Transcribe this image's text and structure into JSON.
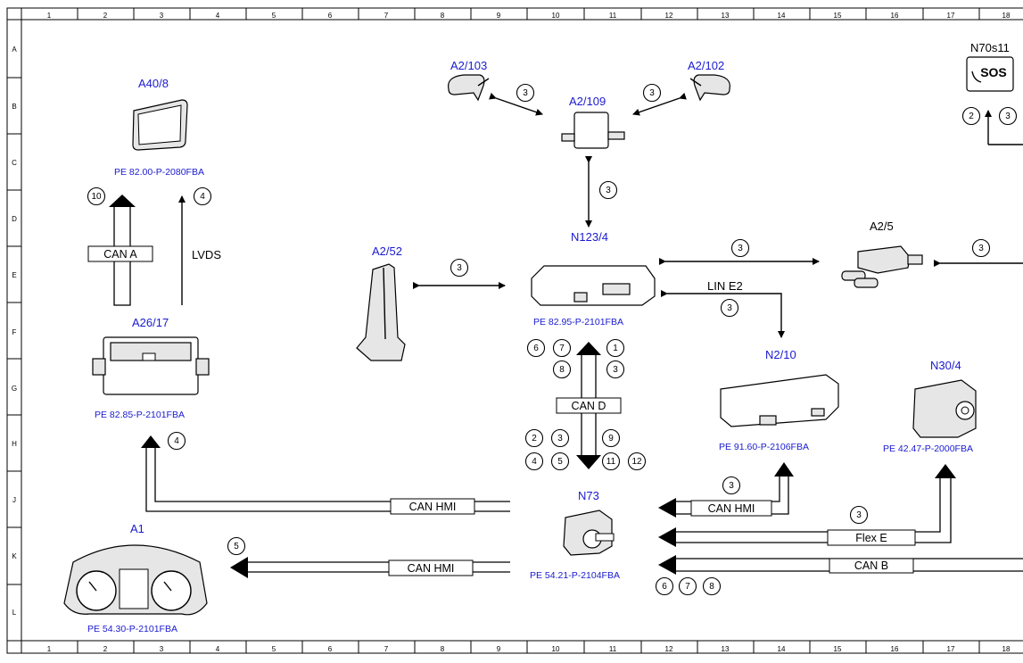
{
  "grid": {
    "cols": [
      "1",
      "2",
      "3",
      "4",
      "5",
      "6",
      "7",
      "8",
      "9",
      "10",
      "11",
      "12",
      "13",
      "14",
      "15",
      "16",
      "17",
      "18"
    ],
    "rows": [
      "A",
      "B",
      "C",
      "D",
      "E",
      "F",
      "G",
      "H",
      "J",
      "K",
      "L"
    ]
  },
  "components": {
    "a2_103": "A2/103",
    "a2_102": "A2/102",
    "a2_109": "A2/109",
    "n70s11": "N70s11",
    "sos": "SOS",
    "a40_8": "A40/8",
    "n123_4": "N123/4",
    "a2_5": "A2/5",
    "a2_52": "A2/52",
    "a26_17": "A26/17",
    "n2_10": "N2/10",
    "n30_4": "N30/4",
    "n73": "N73",
    "a1": "A1"
  },
  "references": {
    "a40_8": "PE 82.00-P-2080FBA",
    "n123_4": "PE 82.95-P-2101FBA",
    "a26_17": "PE 82.85-P-2101FBA",
    "n2_10": "PE 91.60-P-2106FBA",
    "n30_4": "PE 42.47-P-2000FBA",
    "n73": "PE 54.21-P-2104FBA",
    "a1": "PE 54.30-P-2101FBA"
  },
  "buses": {
    "can_a": "CAN A",
    "lvds": "LVDS",
    "lin_e2": "LIN E2",
    "can_d": "CAN D",
    "can_hmi_1": "CAN HMI",
    "can_hmi_2": "CAN HMI",
    "can_hmi_3": "CAN HMI",
    "flex_e": "Flex E",
    "can_b": "CAN B"
  },
  "signals": {
    "s_a2103": "3",
    "s_a2102": "3",
    "s_a2109_n123": "3",
    "s_n70_a": "2",
    "s_n70_b": "3",
    "s_a40_10": "10",
    "s_a40_4": "4",
    "s_a252": "3",
    "s_a25": "3",
    "s_a25_right": "3",
    "s_line2": "3",
    "s_cand_6": "6",
    "s_cand_7": "7",
    "s_cand_8": "8",
    "s_cand_1": "1",
    "s_cand_3a": "3",
    "s_cand_2": "2",
    "s_cand_3b": "3",
    "s_cand_9": "9",
    "s_cand_4": "4",
    "s_cand_5": "5",
    "s_cand_11": "11",
    "s_cand_12": "12",
    "s_a2617_4": "4",
    "s_a1_5": "5",
    "s_n210_3": "3",
    "s_flex_3": "3",
    "s_canb_6": "6",
    "s_canb_7": "7",
    "s_canb_8": "8"
  }
}
